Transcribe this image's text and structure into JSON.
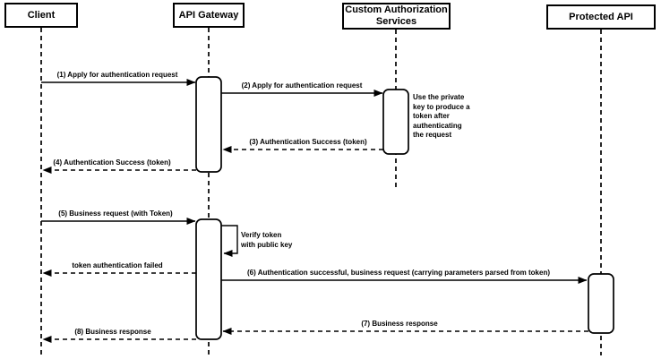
{
  "diagram": {
    "type": "uml-sequence",
    "colors": {
      "stroke": "#000000",
      "background": "#ffffff"
    },
    "actors": [
      {
        "label": "Client"
      },
      {
        "label": "API Gateway"
      },
      {
        "label": "Custom Authorization\nServices"
      },
      {
        "label": "Protected API"
      }
    ],
    "messages": [
      {
        "label": "(1) Apply for authentication request",
        "from": "Client",
        "to": "API Gateway",
        "style": "solid"
      },
      {
        "label": "(2) Apply for authentication request",
        "from": "API Gateway",
        "to": "Custom Authorization Services",
        "style": "solid"
      },
      {
        "label": "(3) Authentication Success (token)",
        "from": "Custom Authorization Services",
        "to": "API Gateway",
        "style": "dashed"
      },
      {
        "label": "(4) Authentication Success (token)",
        "from": "API Gateway",
        "to": "Client",
        "style": "dashed"
      },
      {
        "label": "(5) Business request (with Token)",
        "from": "Client",
        "to": "API Gateway",
        "style": "solid"
      },
      {
        "label": "Verify token\nwith public key",
        "from": "API Gateway",
        "to": "API Gateway",
        "style": "self-loop"
      },
      {
        "label": "token authentication failed",
        "from": "API Gateway",
        "to": "Client",
        "style": "dashed"
      },
      {
        "label": "(6) Authentication successful, business request (carrying parameters parsed from token)",
        "from": "API Gateway",
        "to": "Protected API",
        "style": "solid"
      },
      {
        "label": "(7) Business response",
        "from": "Protected API",
        "to": "API Gateway",
        "style": "dashed"
      },
      {
        "label": "(8) Business response",
        "from": "API Gateway",
        "to": "Client",
        "style": "dashed"
      }
    ],
    "notes": [
      {
        "label": "Use the private\nkey to produce a\ntoken after\nauthenticating\nthe request",
        "attached_to": "Custom Authorization Services"
      }
    ]
  }
}
